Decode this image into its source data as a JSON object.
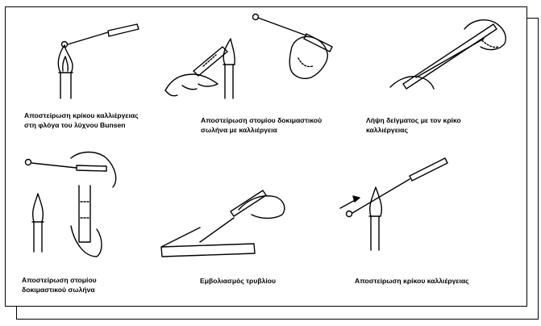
{
  "captions": {
    "panel1": [
      "Αποστείρωση κρίκου καλλιέργειας",
      "στη φλόγα του λύχνου Bunsen"
    ],
    "panel2": [
      "Αποστείρωση στομίου δοκιμαστικού",
      "σωλήνα με καλλιέργεια"
    ],
    "panel3": [
      "Λήψη δείγματος με τον κρίκο",
      "καλλιέργειας"
    ],
    "panel4": [
      "Αποστείρωση στομίου",
      "δοκιμαστικού σωλήνα"
    ],
    "panel5": [
      "Εμβολιασμός τρυβλίου"
    ],
    "panel6": [
      "Αποστείρωση κρίκου καλλιέργειας"
    ]
  }
}
